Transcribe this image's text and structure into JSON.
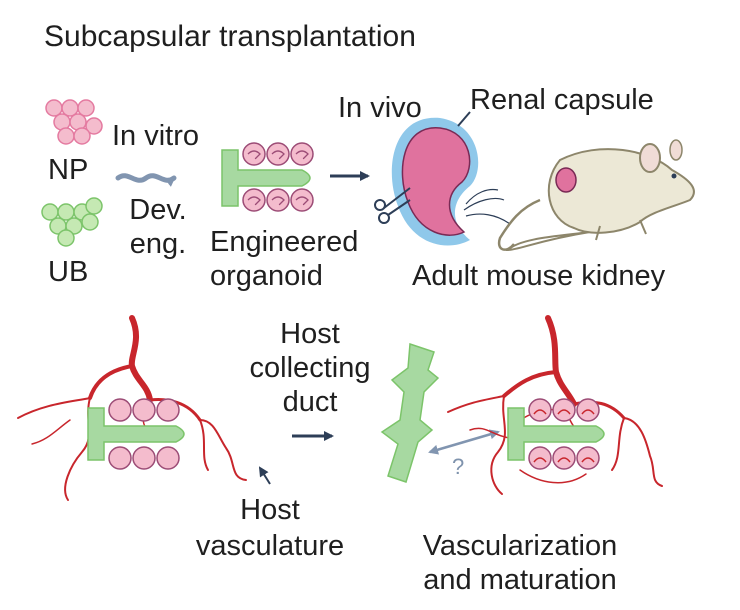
{
  "title": "Subcapsular transplantation",
  "top_panel": {
    "np_label": "NP",
    "ub_label": "UB",
    "in_vitro_label": "In vitro",
    "dev_eng_line1": "Dev.",
    "dev_eng_line2": "eng.",
    "engineered_line1": "Engineered",
    "engineered_line2": "organoid",
    "in_vivo_label": "In vivo",
    "renal_capsule_label": "Renal capsule",
    "adult_mouse_label": "Adult mouse kidney"
  },
  "bottom_panel": {
    "host_collecting_line1": "Host",
    "host_collecting_line2": "collecting",
    "host_collecting_line3": "duct",
    "host_vasc_line1": "Host",
    "host_vasc_line2": "vasculature",
    "question_mark": "?",
    "vascularization_line1": "Vascularization",
    "vascularization_line2": "and maturation"
  },
  "colors": {
    "np_pink": "#f2b6c9",
    "ub_green": "#b7e2a4",
    "organoid_green": "#9fd49a",
    "kidney_pink": "#e0729e",
    "capsule_blue": "#8fc8ea",
    "vessel_red": "#c8262c",
    "arrow_navy": "#2d3e57",
    "mouse_cream": "#ece8d6"
  }
}
